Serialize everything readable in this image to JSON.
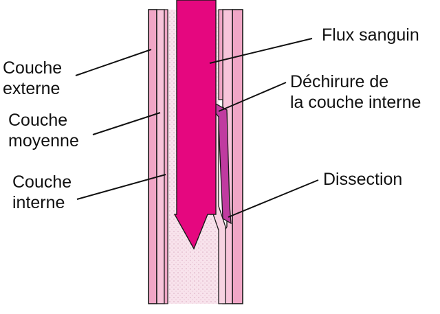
{
  "diagram": {
    "title": "",
    "labels": {
      "couche_externe": [
        "Couche",
        "externe"
      ],
      "couche_moyenne": [
        "Couche",
        "moyenne"
      ],
      "couche_interne": [
        "Couche",
        "interne"
      ],
      "flux_sanguin": [
        "Flux sanguin"
      ],
      "dechirure": [
        "Déchirure de",
        "la couche interne"
      ],
      "dissection": [
        "Dissection"
      ]
    }
  },
  "colors": {
    "outer_wall": "#f0a6c6",
    "wall_outline": "#1a1a1a",
    "blood_arrow": "#e5077f",
    "dissection_fill": "#c03ba0",
    "lumen": "#f6dfe8"
  }
}
